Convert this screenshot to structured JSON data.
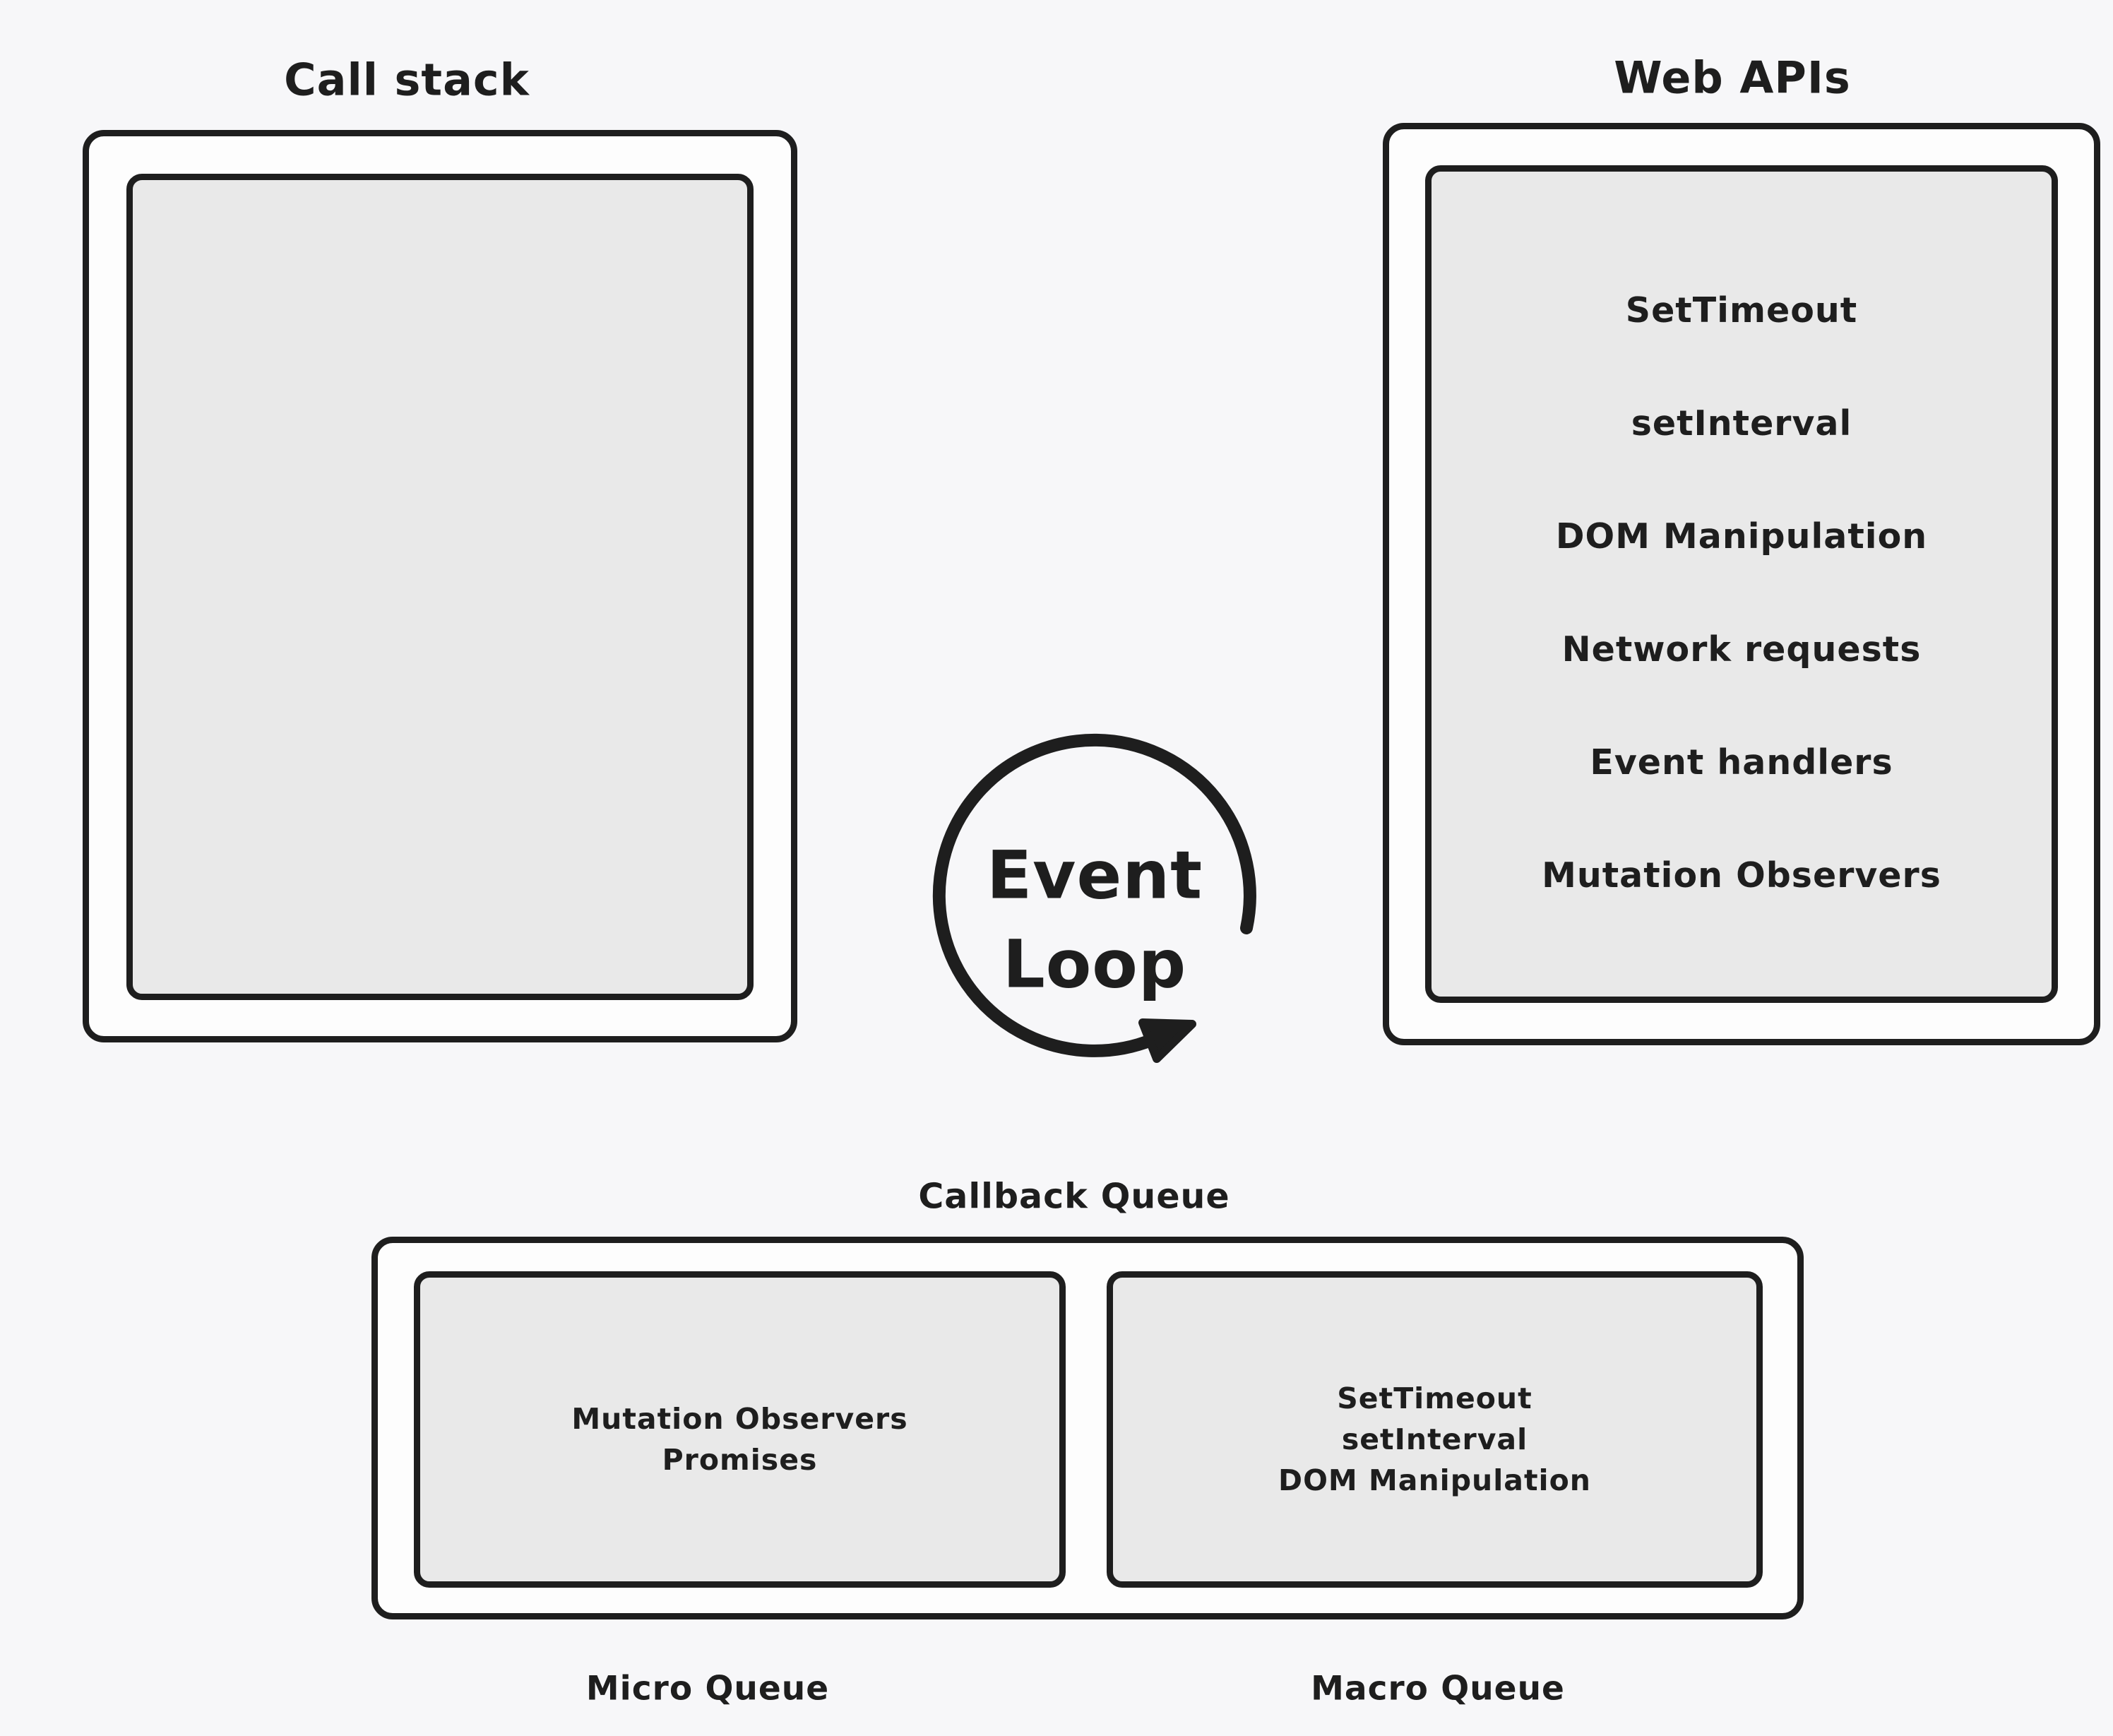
{
  "colors": {
    "background": "#f7f7f9",
    "stroke": "#1e1e1e",
    "box_fill": "#fdfdfd",
    "panel_fill": "#e9e9e9"
  },
  "call_stack": {
    "title": "Call stack"
  },
  "web_apis": {
    "title": "Web APIs",
    "items": [
      "SetTimeout",
      "setInterval",
      "DOM Manipulation",
      "Network requests",
      "Event handlers",
      "Mutation Observers"
    ]
  },
  "event_loop": {
    "line1": "Event",
    "line2": "Loop"
  },
  "callback_queue": {
    "title": "Callback Queue",
    "micro": {
      "label": "Micro Queue",
      "items": [
        "Mutation Observers",
        "Promises"
      ]
    },
    "macro": {
      "label": "Macro Queue",
      "items": [
        "SetTimeout",
        "setInterval",
        "DOM Manipulation"
      ]
    }
  }
}
